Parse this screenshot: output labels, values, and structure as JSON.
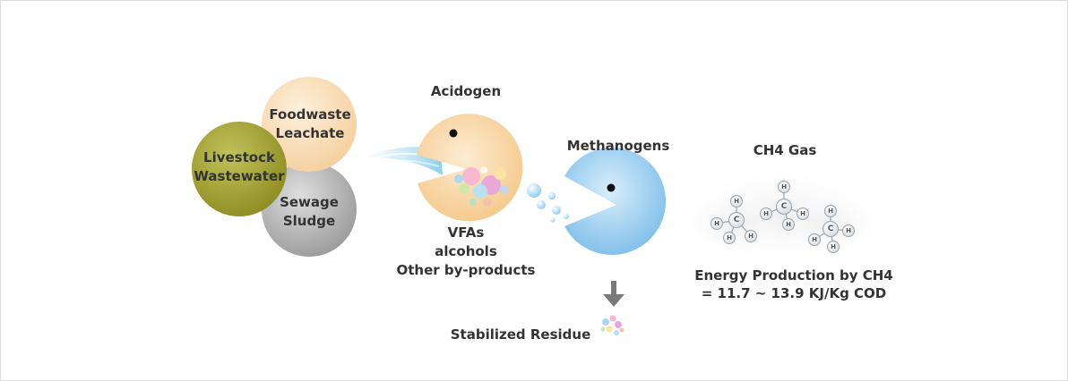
{
  "sources": {
    "foodwaste": [
      "Foodwaste",
      "Leachate"
    ],
    "livestock": [
      "Livestock",
      "Wastewater"
    ],
    "sewage": [
      "Sewage",
      "Sludge"
    ]
  },
  "acidogen": {
    "title": "Acidogen",
    "outputs": [
      "VFAs",
      "alcohols",
      "Other by-products"
    ]
  },
  "methanogens": {
    "title": "Methanogens"
  },
  "residue": {
    "label": "Stabilized Residue"
  },
  "gas": {
    "title": "CH4 Gas",
    "energy_line1": "Energy Production by CH4",
    "energy_line2": "= 11.7 ~ 13.9 KJ/Kg COD",
    "atom_c": "C",
    "atom_h": "H"
  },
  "colors": {
    "foodwaste": "#f8d9ad",
    "livestock": "#a3a332",
    "sewage": "#a8a8a8",
    "acidogen": "#f8d09a",
    "methanogens": "#8cc6ee",
    "stream": "#8fd0f0",
    "text": "#333333"
  }
}
